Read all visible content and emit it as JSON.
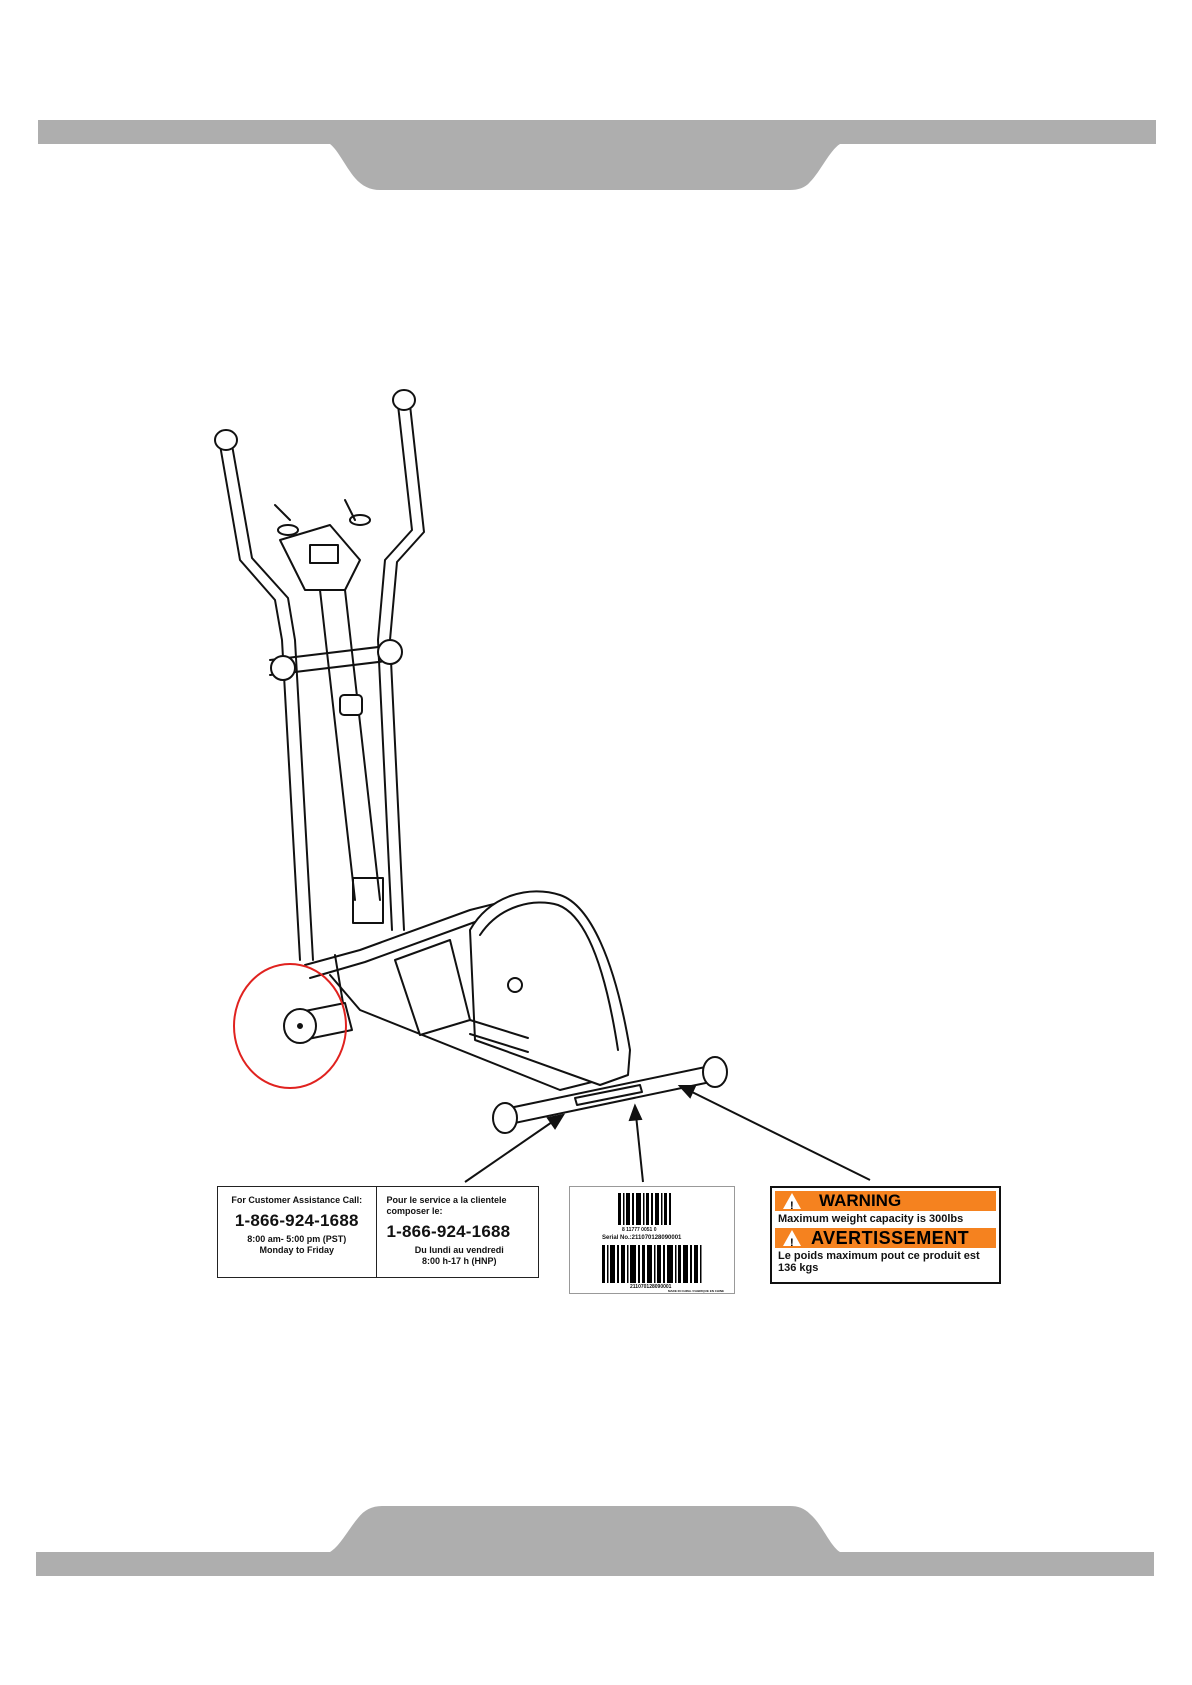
{
  "customer_label": {
    "left": {
      "heading": "For Customer Assistance Call:",
      "phone": "1-866-924-1688",
      "hours": "8:00 am- 5:00 pm (PST)",
      "days": "Monday to Friday"
    },
    "right": {
      "heading_line1": "Pour le service a la clientele",
      "heading_line2": "composer le:",
      "phone": "1-866-924-1688",
      "days": "Du lundi au vendredi",
      "hours": "8:00 h-17 h (HNP)"
    }
  },
  "serial_label": {
    "code_top": "8 11777 0051 0",
    "serial": "Serial  No.:211070128090001",
    "code_bottom": "211070128090001",
    "fine_print": "MADE IN CHINA / FABRIQUE EN CHINE"
  },
  "warning_label": {
    "warning_title": "WARNING",
    "warning_text": "Maximum weight capacity is 300lbs",
    "warning_title_fr": "AVERTISSEMENT",
    "warning_text_fr": "Le poids maximum pout ce produit est 136 kgs",
    "icon_glyph": "!",
    "accent_color": "#f5821f"
  },
  "colors": {
    "header_band": "#aeaeae",
    "highlight_circle": "#e0221f"
  }
}
